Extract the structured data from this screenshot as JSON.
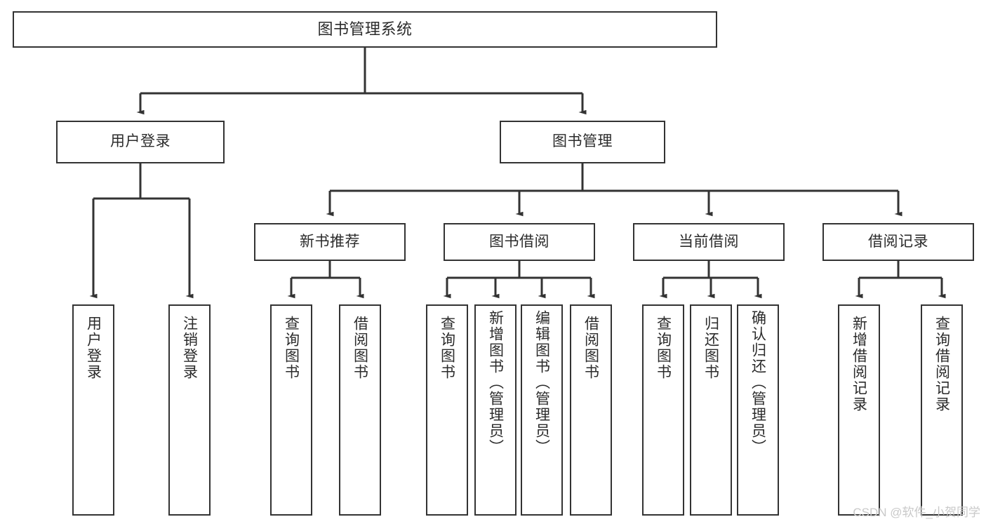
{
  "diagram": {
    "type": "tree",
    "title": "图书管理系统",
    "root": {
      "id": "root",
      "label": "图书管理系统"
    },
    "branches": [
      {
        "id": "user-login",
        "label": "用户登录",
        "leaves": [
          {
            "id": "leaf-user-login",
            "label": "用户登录"
          },
          {
            "id": "leaf-user-logout",
            "label": "注销登录"
          }
        ]
      },
      {
        "id": "book-management",
        "label": "图书管理",
        "children": [
          {
            "id": "new-book-recommend",
            "label": "新书推荐",
            "leaves": [
              {
                "id": "leaf-query-book-1",
                "label": "查询图书"
              },
              {
                "id": "leaf-borrow-book-1",
                "label": "借阅图书"
              }
            ]
          },
          {
            "id": "book-borrow",
            "label": "图书借阅",
            "leaves": [
              {
                "id": "leaf-query-book-2",
                "label": "查询图书"
              },
              {
                "id": "leaf-add-book",
                "label": "新增图书（管理员）"
              },
              {
                "id": "leaf-edit-book",
                "label": "编辑图书（管理员）"
              },
              {
                "id": "leaf-borrow-book-2",
                "label": "借阅图书"
              }
            ]
          },
          {
            "id": "current-borrow",
            "label": "当前借阅",
            "leaves": [
              {
                "id": "leaf-query-book-3",
                "label": "查询图书"
              },
              {
                "id": "leaf-return-book",
                "label": "归还图书"
              },
              {
                "id": "leaf-confirm-return",
                "label": "确认归还（管理员）"
              }
            ]
          },
          {
            "id": "borrow-record",
            "label": "借阅记录",
            "leaves": [
              {
                "id": "leaf-add-record",
                "label": "新增借阅记录"
              },
              {
                "id": "leaf-query-record",
                "label": "查询借阅记录"
              }
            ]
          }
        ]
      }
    ]
  },
  "watermark": {
    "text": "CSDN @软件_小贺同学"
  },
  "colors": {
    "background": "#ffffff",
    "box_border": "#333333",
    "box_fill": "#ffffff",
    "text": "#2b2b2b",
    "connector": "#333333",
    "watermark": "#c9c9c9"
  }
}
